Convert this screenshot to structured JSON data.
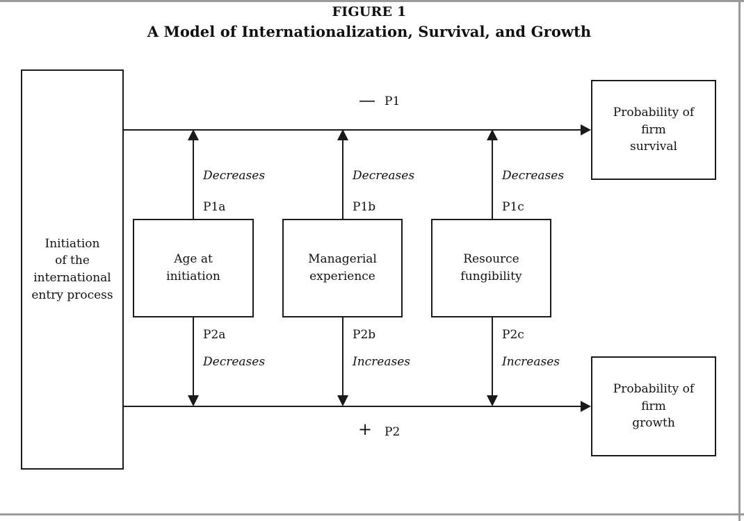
{
  "figure": {
    "label": "FIGURE 1",
    "title": "A Model of Internationalization, Survival, and Growth"
  },
  "nodes": {
    "initiation": {
      "lines": [
        "Initiation",
        "of the",
        "international",
        "entry process"
      ]
    },
    "age": {
      "lines": [
        "Age at",
        "initiation"
      ]
    },
    "managerial": {
      "lines": [
        "Managerial",
        "experience"
      ]
    },
    "resource": {
      "lines": [
        "Resource",
        "fungibility"
      ]
    },
    "survival": {
      "lines": [
        "Probability of",
        "firm",
        "survival"
      ]
    },
    "growth": {
      "lines": [
        "Probability of",
        "firm",
        "growth"
      ]
    }
  },
  "main_paths": [
    {
      "id": "p1",
      "sign": "—",
      "label": "P1",
      "from": "initiation",
      "to": "survival",
      "valence": "negative"
    },
    {
      "id": "p2",
      "sign": "+",
      "label": "P2",
      "from": "initiation",
      "to": "growth",
      "valence": "positive"
    }
  ],
  "mediators": [
    {
      "node": "age",
      "survival_label": "P1a",
      "survival_effect": "Decreases",
      "growth_label": "P2a",
      "growth_effect": "Decreases"
    },
    {
      "node": "managerial",
      "survival_label": "P1b",
      "survival_effect": "Decreases",
      "growth_label": "P2b",
      "growth_effect": "Increases"
    },
    {
      "node": "resource",
      "survival_label": "P1c",
      "survival_effect": "Decreases",
      "growth_label": "P2c",
      "growth_effect": "Increases"
    }
  ],
  "colors": {
    "ink": "#1a1a1a",
    "rule": "#9a9a9a",
    "paper": "#ffffff"
  }
}
